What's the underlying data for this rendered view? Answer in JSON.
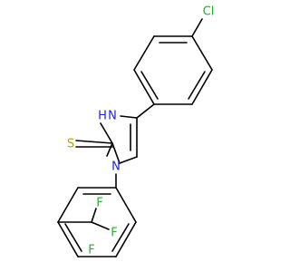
{
  "molecule": {
    "atoms": {
      "chlorine": "Cl",
      "nh": "H",
      "nh_n": "N",
      "ring_n": "N",
      "sulfur": "S",
      "fluorine_1": "F",
      "fluorine_2": "F",
      "fluorine_3": "F"
    },
    "colors": {
      "bond": "#000000",
      "chlorine": "#1fb01f",
      "nitrogen": "#2222dd",
      "sulfur": "#b8a400",
      "fluorine": "#2fae2f"
    }
  }
}
